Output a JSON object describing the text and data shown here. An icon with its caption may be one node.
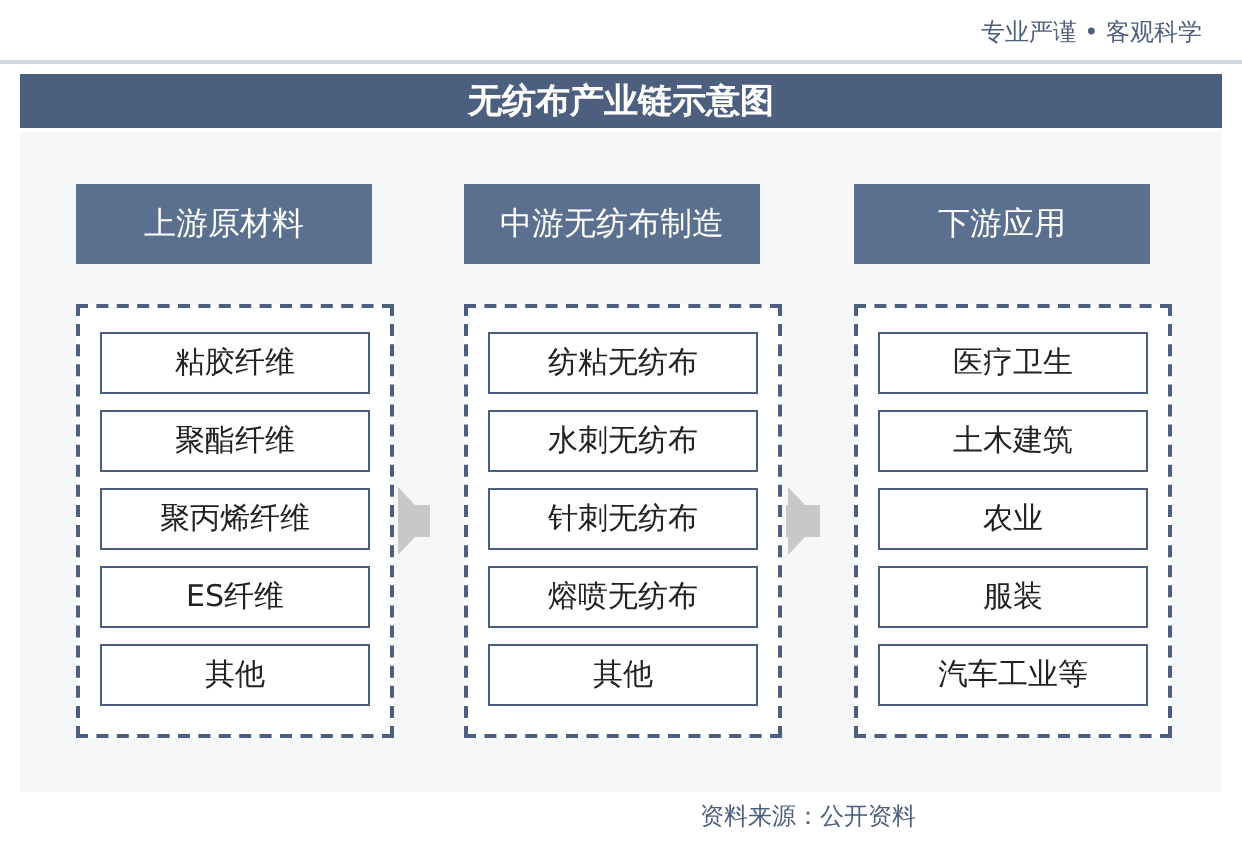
{
  "diagram": {
    "title": "无纺布产业链示意图",
    "nodes": [
      {
        "text": [
          "上游原材料"
        ]
      },
      {
        "text": [
          "中游无纺布制造"
        ]
      },
      {
        "text": [
          "下游应用"
        ]
      },
      {
        "text": [],
        "shape": "box"
      },
      {
        "text": [
          "粘胶纤维"
        ],
        "in": 3
      },
      {
        "text": [
          "聚酯纤维"
        ],
        "in": 3
      },
      {
        "text": [
          "聚丙烯纤维"
        ],
        "in": 3
      },
      {
        "text": [
          "ES纤维"
        ],
        "in": 3
      },
      {
        "text": [
          "其他"
        ],
        "in": 3
      },
      {
        "text": [],
        "shape": "box"
      },
      {
        "text": [
          "纺粘无纺布"
        ],
        "in": 9
      },
      {
        "text": [
          "水刺无纺布"
        ],
        "in": 9
      },
      {
        "text": [
          "针刺无纺布"
        ],
        "in": 9
      },
      {
        "text": [
          "熔喷无纺布"
        ],
        "in": 9
      },
      {
        "text": [
          "其他"
        ],
        "in": 9
      },
      {
        "text": [],
        "shape": "box"
      },
      {
        "text": [
          "医疗卫生"
        ],
        "in": 15
      },
      {
        "text": [
          "土木建筑"
        ],
        "in": 15
      },
      {
        "text": [
          "农业"
        ],
        "in": 15
      },
      {
        "text": [
          "服装"
        ],
        "in": 15
      },
      {
        "text": [
          "汽车工业等"
        ],
        "in": 15
      }
    ],
    "edges": [
      {
        "from": 3,
        "to": 9,
        "arrow": "to"
      },
      {
        "from": 9,
        "to": 15,
        "arrow": "to"
      }
    ],
    "labels": [
      "专业严谨 • 客观科学",
      "资料来源：公开资料"
    ]
  }
}
